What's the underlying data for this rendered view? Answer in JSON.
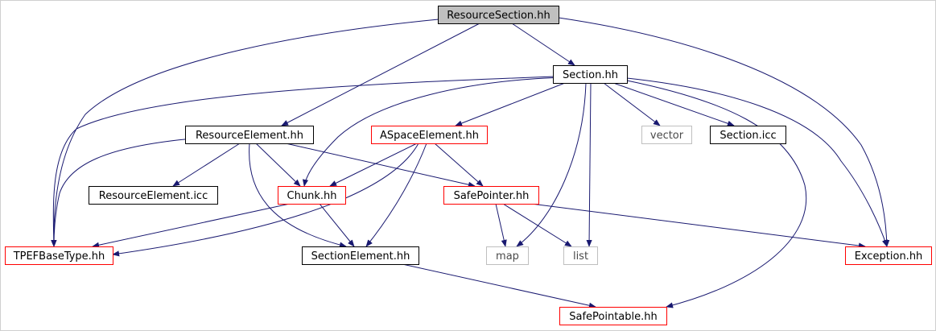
{
  "diagram": {
    "colors": {
      "edge": "#191970",
      "root_fill": "#bfbfbf",
      "root_border": "#000000",
      "normal_border": "#000000",
      "incomplete_border": "#ff0000",
      "system_border": "#bfbfbf",
      "node_fill": "#ffffff"
    },
    "nodes": [
      {
        "id": "resourcesection",
        "label": "ResourceSection.hh",
        "kind": "root"
      },
      {
        "id": "section",
        "label": "Section.hh",
        "kind": "normal"
      },
      {
        "id": "resourceelement",
        "label": "ResourceElement.hh",
        "kind": "normal"
      },
      {
        "id": "aspaceelement",
        "label": "ASpaceElement.hh",
        "kind": "incomplete"
      },
      {
        "id": "vector",
        "label": "vector",
        "kind": "system"
      },
      {
        "id": "sectionicc",
        "label": "Section.icc",
        "kind": "normal"
      },
      {
        "id": "resourceelementicc",
        "label": "ResourceElement.icc",
        "kind": "normal"
      },
      {
        "id": "chunk",
        "label": "Chunk.hh",
        "kind": "incomplete"
      },
      {
        "id": "safepointer",
        "label": "SafePointer.hh",
        "kind": "incomplete"
      },
      {
        "id": "tpefbasetype",
        "label": "TPEFBaseType.hh",
        "kind": "incomplete"
      },
      {
        "id": "sectionelement",
        "label": "SectionElement.hh",
        "kind": "normal"
      },
      {
        "id": "map",
        "label": "map",
        "kind": "system"
      },
      {
        "id": "list",
        "label": "list",
        "kind": "system"
      },
      {
        "id": "exception",
        "label": "Exception.hh",
        "kind": "incomplete"
      },
      {
        "id": "safepointable",
        "label": "SafePointable.hh",
        "kind": "incomplete"
      }
    ],
    "edges": [
      {
        "from": "resourcesection",
        "to": "section"
      },
      {
        "from": "resourcesection",
        "to": "resourceelement"
      },
      {
        "from": "resourcesection",
        "to": "tpefbasetype"
      },
      {
        "from": "resourcesection",
        "to": "exception"
      },
      {
        "from": "section",
        "to": "aspaceelement"
      },
      {
        "from": "section",
        "to": "vector"
      },
      {
        "from": "section",
        "to": "sectionicc"
      },
      {
        "from": "section",
        "to": "chunk"
      },
      {
        "from": "section",
        "to": "tpefbasetype"
      },
      {
        "from": "section",
        "to": "map"
      },
      {
        "from": "section",
        "to": "list"
      },
      {
        "from": "section",
        "to": "exception"
      },
      {
        "from": "section",
        "to": "safepointable"
      },
      {
        "from": "resourceelement",
        "to": "resourceelementicc"
      },
      {
        "from": "resourceelement",
        "to": "chunk"
      },
      {
        "from": "resourceelement",
        "to": "safepointer"
      },
      {
        "from": "resourceelement",
        "to": "tpefbasetype"
      },
      {
        "from": "resourceelement",
        "to": "sectionelement"
      },
      {
        "from": "aspaceelement",
        "to": "chunk"
      },
      {
        "from": "aspaceelement",
        "to": "safepointer"
      },
      {
        "from": "aspaceelement",
        "to": "tpefbasetype"
      },
      {
        "from": "aspaceelement",
        "to": "sectionelement"
      },
      {
        "from": "chunk",
        "to": "tpefbasetype"
      },
      {
        "from": "chunk",
        "to": "sectionelement"
      },
      {
        "from": "safepointer",
        "to": "map"
      },
      {
        "from": "safepointer",
        "to": "list"
      },
      {
        "from": "safepointer",
        "to": "exception"
      },
      {
        "from": "sectionelement",
        "to": "safepointable"
      }
    ]
  }
}
